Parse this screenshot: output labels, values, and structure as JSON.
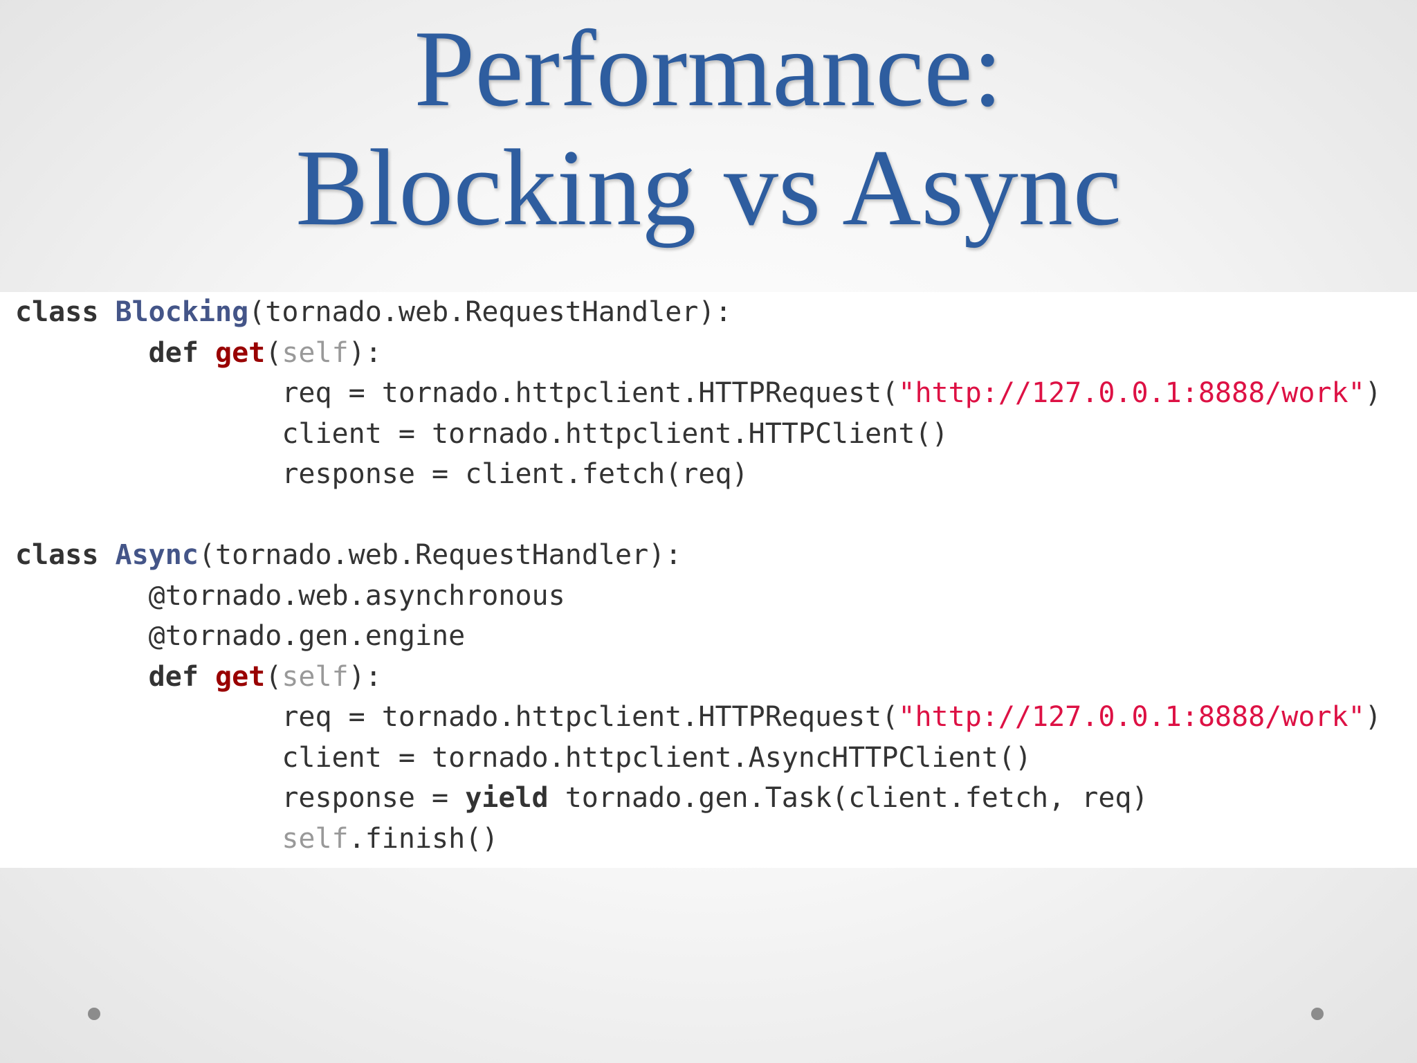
{
  "slide": {
    "title_line1": "Performance:",
    "title_line2": "Blocking vs Async"
  },
  "code": {
    "blocking": {
      "line1": {
        "kw": "class",
        "name": "Blocking",
        "rest": "(tornado.web.RequestHandler):"
      },
      "line2": {
        "kw": "def",
        "fn": "get",
        "open": "(",
        "self": "self",
        "close": "):"
      },
      "line3": {
        "pre": "req = tornado.httpclient.HTTPRequest(",
        "str": "\"http://127.0.0.1:8888/work\"",
        "post": ")"
      },
      "line4": {
        "text": "client = tornado.httpclient.HTTPClient()"
      },
      "line5": {
        "text": "response = client.fetch(req)"
      }
    },
    "async": {
      "line1": {
        "kw": "class",
        "name": "Async",
        "rest": "(tornado.web.RequestHandler):"
      },
      "line2": {
        "text": "@tornado.web.asynchronous"
      },
      "line3": {
        "text": "@tornado.gen.engine"
      },
      "line4": {
        "kw": "def",
        "fn": "get",
        "open": "(",
        "self": "self",
        "close": "):"
      },
      "line5": {
        "pre": "req = tornado.httpclient.HTTPRequest(",
        "str": "\"http://127.0.0.1:8888/work\"",
        "post": ")"
      },
      "line6": {
        "text": "client = tornado.httpclient.AsyncHTTPClient()"
      },
      "line7": {
        "pre": "response = ",
        "kw": "yield",
        "post": " tornado.gen.Task(client.fetch, req)"
      },
      "line8": {
        "self": "self",
        "post": ".finish()"
      }
    }
  },
  "colors": {
    "title": "#2e5d9f",
    "keyword": "#333333",
    "class_name": "#445588",
    "function_name": "#990000",
    "self": "#999999",
    "string": "#dd1144",
    "bullet": "#8c8c8c"
  },
  "icons": {
    "bullet_left": "dot-bullet-icon",
    "bullet_right": "dot-bullet-icon"
  }
}
